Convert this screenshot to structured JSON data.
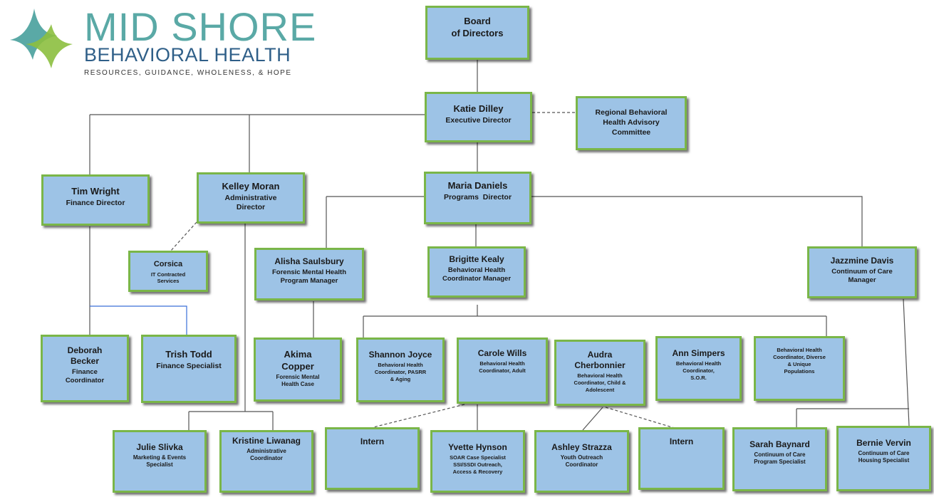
{
  "logo": {
    "line1": "MID SHORE",
    "line2": "BEHAVIORAL HEALTH",
    "tagline": "RESOURCES, GUIDANCE, WHOLENESS, & HOPE"
  },
  "nodes": {
    "board": {
      "name": "Board\nof Directors",
      "title": ""
    },
    "katie": {
      "name": "Katie Dilley",
      "title": "Executive Director"
    },
    "regional": {
      "name": "",
      "title": "Regional Behavioral\nHealth Advisory\nCommittee"
    },
    "tim": {
      "name": "Tim Wright",
      "title": "Finance Director"
    },
    "kelley": {
      "name": "Kelley Moran",
      "title": "Administrative\nDirector"
    },
    "maria": {
      "name": "Maria Daniels",
      "title": "Programs  Director"
    },
    "corsica": {
      "name": "Corsica",
      "title": "IT Contracted\nServices"
    },
    "alisha": {
      "name": "Alisha Saulsbury",
      "title": "Forensic Mental Health\nProgram Manager"
    },
    "brigitte": {
      "name": "Brigitte Kealy",
      "title": "Behavioral Health\nCoordinator Manager"
    },
    "jazzmine": {
      "name": "Jazzmine Davis",
      "title": "Continuum of Care\nManager"
    },
    "deborah": {
      "name": "Deborah\nBecker",
      "title": "Finance\nCoordinator"
    },
    "trish": {
      "name": "Trish Todd",
      "title": "Finance Specialist"
    },
    "akima": {
      "name": "Akima\nCopper",
      "title": "Forensic Mental\nHealth Case"
    },
    "shannon": {
      "name": "Shannon Joyce",
      "title": "Behavioral Health\nCoordinator, PASRR\n& Aging"
    },
    "carole": {
      "name": "Carole Wills",
      "title": "Behavioral Health\nCoordinator, Adult"
    },
    "audra": {
      "name": "Audra\nCherbonnier",
      "title": "Behavioral Health\nCoordinator, Child &\nAdolescent"
    },
    "ann": {
      "name": "Ann Simpers",
      "title": "Behavioral Health\nCoordinator,\nS.O.R."
    },
    "diverse": {
      "name": "",
      "title": "Behavioral Health\nCoordinator, Diverse\n& Unique\nPopulations"
    },
    "julie": {
      "name": "Julie Slivka",
      "title": "Marketing & Events\nSpecialist"
    },
    "kristine": {
      "name": "Kristine Liwanag",
      "title": "Administrative\nCoordinator"
    },
    "intern1": {
      "name": "Intern",
      "title": ""
    },
    "yvette": {
      "name": "Yvette Hynson",
      "title": "SOAR Case Specialist\nSSI/SSDI Outreach,\nAccess & Recovery"
    },
    "ashley": {
      "name": "Ashley Strazza",
      "title": "Youth Outreach\nCoordinator"
    },
    "intern2": {
      "name": "Intern",
      "title": ""
    },
    "sarah": {
      "name": "Sarah Baynard",
      "title": "Continuum of Care\nProgram Specialist"
    },
    "bernie": {
      "name": "Bernie Vervin",
      "title": "Continuum of Care\nHousing Specialist"
    }
  },
  "colors": {
    "box_fill": "#9dc3e6",
    "box_border": "#7ab648",
    "line": "#555555",
    "blue_line": "#3a6fd8",
    "logo_teal": "#5aa9a6",
    "logo_navy": "#2f5f88",
    "logo_green": "#8cbf3f"
  }
}
